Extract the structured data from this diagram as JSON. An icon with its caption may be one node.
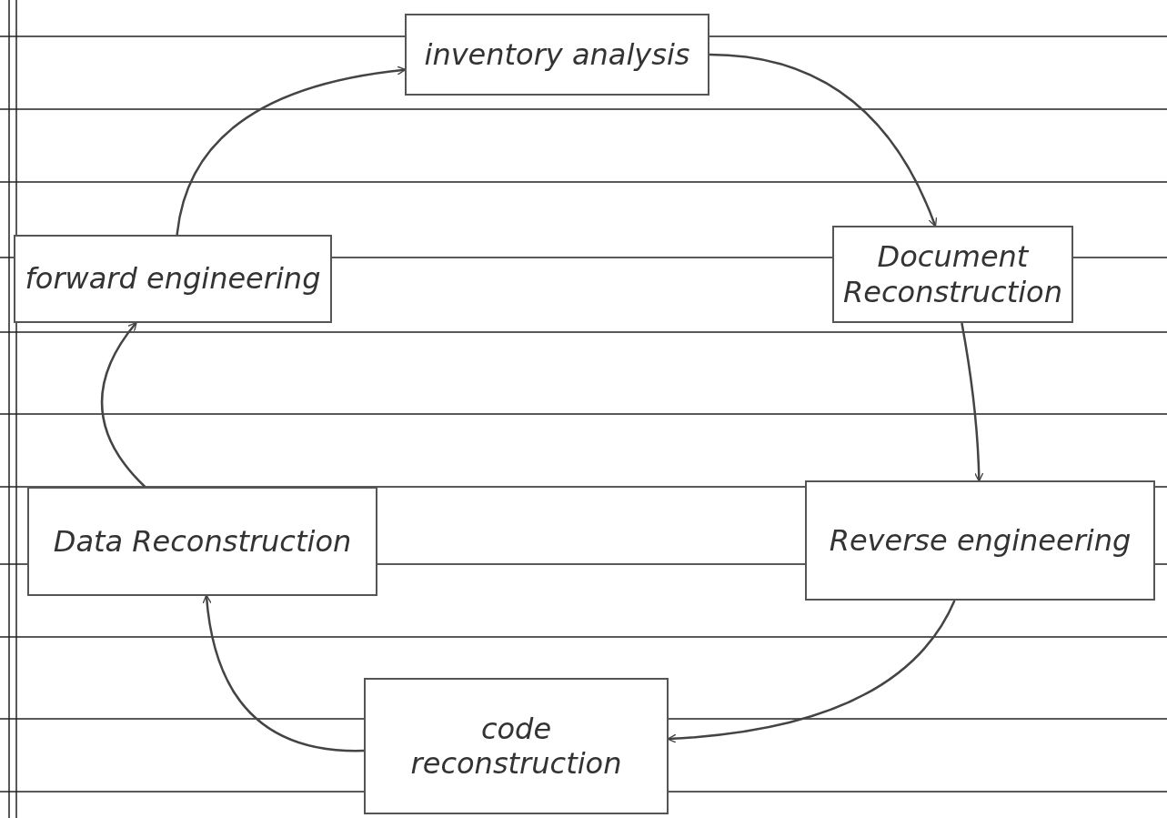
{
  "diagram": {
    "nodes": [
      {
        "text": [
          "inventory analysis"
        ]
      },
      {
        "text": [
          "Document Reconstruction"
        ]
      },
      {
        "text": [
          "Reverse engineering"
        ]
      },
      {
        "text": [
          "code reconstruction"
        ]
      },
      {
        "text": [
          "Data Reconstruction"
        ]
      },
      {
        "text": [
          "forward engineering"
        ]
      }
    ],
    "edges": [
      {
        "from": 0,
        "to": 1,
        "arrow": "to"
      },
      {
        "from": 1,
        "to": 2,
        "arrow": "to"
      },
      {
        "from": 2,
        "to": 3,
        "arrow": "to"
      },
      {
        "from": 3,
        "to": 4,
        "arrow": "to"
      },
      {
        "from": 4,
        "to": 5,
        "arrow": "to"
      },
      {
        "from": 5,
        "to": 0,
        "arrow": "to"
      }
    ]
  }
}
